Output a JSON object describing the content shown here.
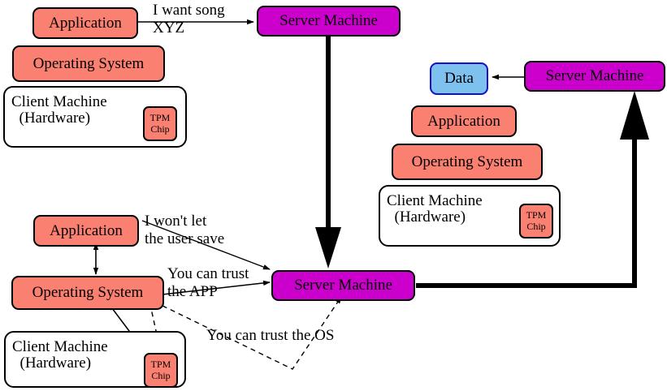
{
  "diagram": {
    "title": "Trusted computing / remote attestation flow",
    "colors": {
      "software_fill": "#fa8072",
      "server_fill": "#cc00cc",
      "data_fill": "#7ec0ee",
      "data_stroke": "#1111cc",
      "hardware_fill": "#ffffff",
      "stroke": "#000000",
      "background": "#ffffff"
    },
    "client_top_left": {
      "application": "Application",
      "operating_system": "Operating System",
      "hardware_line1": "Client Machine",
      "hardware_line2": "  (Hardware)",
      "tpm_line1": "TPM",
      "tpm_line2": "Chip"
    },
    "client_bottom_left": {
      "application": "Application",
      "operating_system": "Operating System",
      "hardware_line1": "Client Machine",
      "hardware_line2": "  (Hardware)",
      "tpm_line1": "TPM",
      "tpm_line2": "Chip"
    },
    "client_right": {
      "data": "Data",
      "application": "Application",
      "operating_system": "Operating System",
      "hardware_line1": "Client Machine",
      "hardware_line2": "  (Hardware)",
      "tpm_line1": "TPM",
      "tpm_line2": "Chip"
    },
    "servers": {
      "top": "Server Machine",
      "bottom": "Server Machine",
      "right": "Server Machine"
    },
    "edge_labels": {
      "request_line1": "I want song",
      "request_line2": "XYZ",
      "app_claim_line1": "I won't let",
      "app_claim_line2": "the user save",
      "trust_app_line1": "You can trust",
      "trust_app_line2": "the APP",
      "trust_os": "You can trust the OS"
    }
  }
}
